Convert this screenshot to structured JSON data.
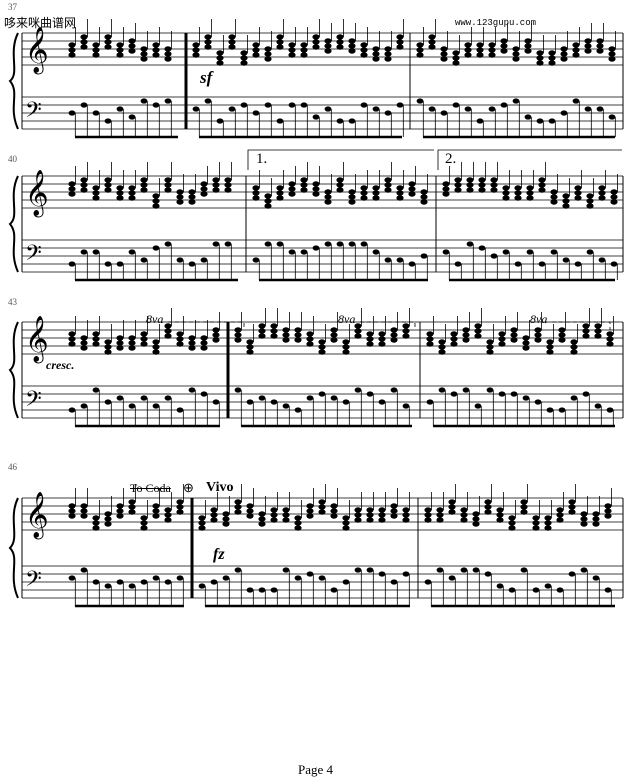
{
  "watermark": "哆来咪曲谱网",
  "url": "www.123gupu.com",
  "measure_numbers": [
    "37",
    "40",
    "43",
    "46"
  ],
  "markings": {
    "sf": "sf",
    "volta1": "1.",
    "volta2": "2.",
    "cresc": "cresc.",
    "ottava": "8va",
    "to_coda": "To Coda",
    "coda_symbol": "⊕",
    "vivo": "Vivo",
    "fz": "fz"
  },
  "footer": {
    "page": "Page 4"
  }
}
